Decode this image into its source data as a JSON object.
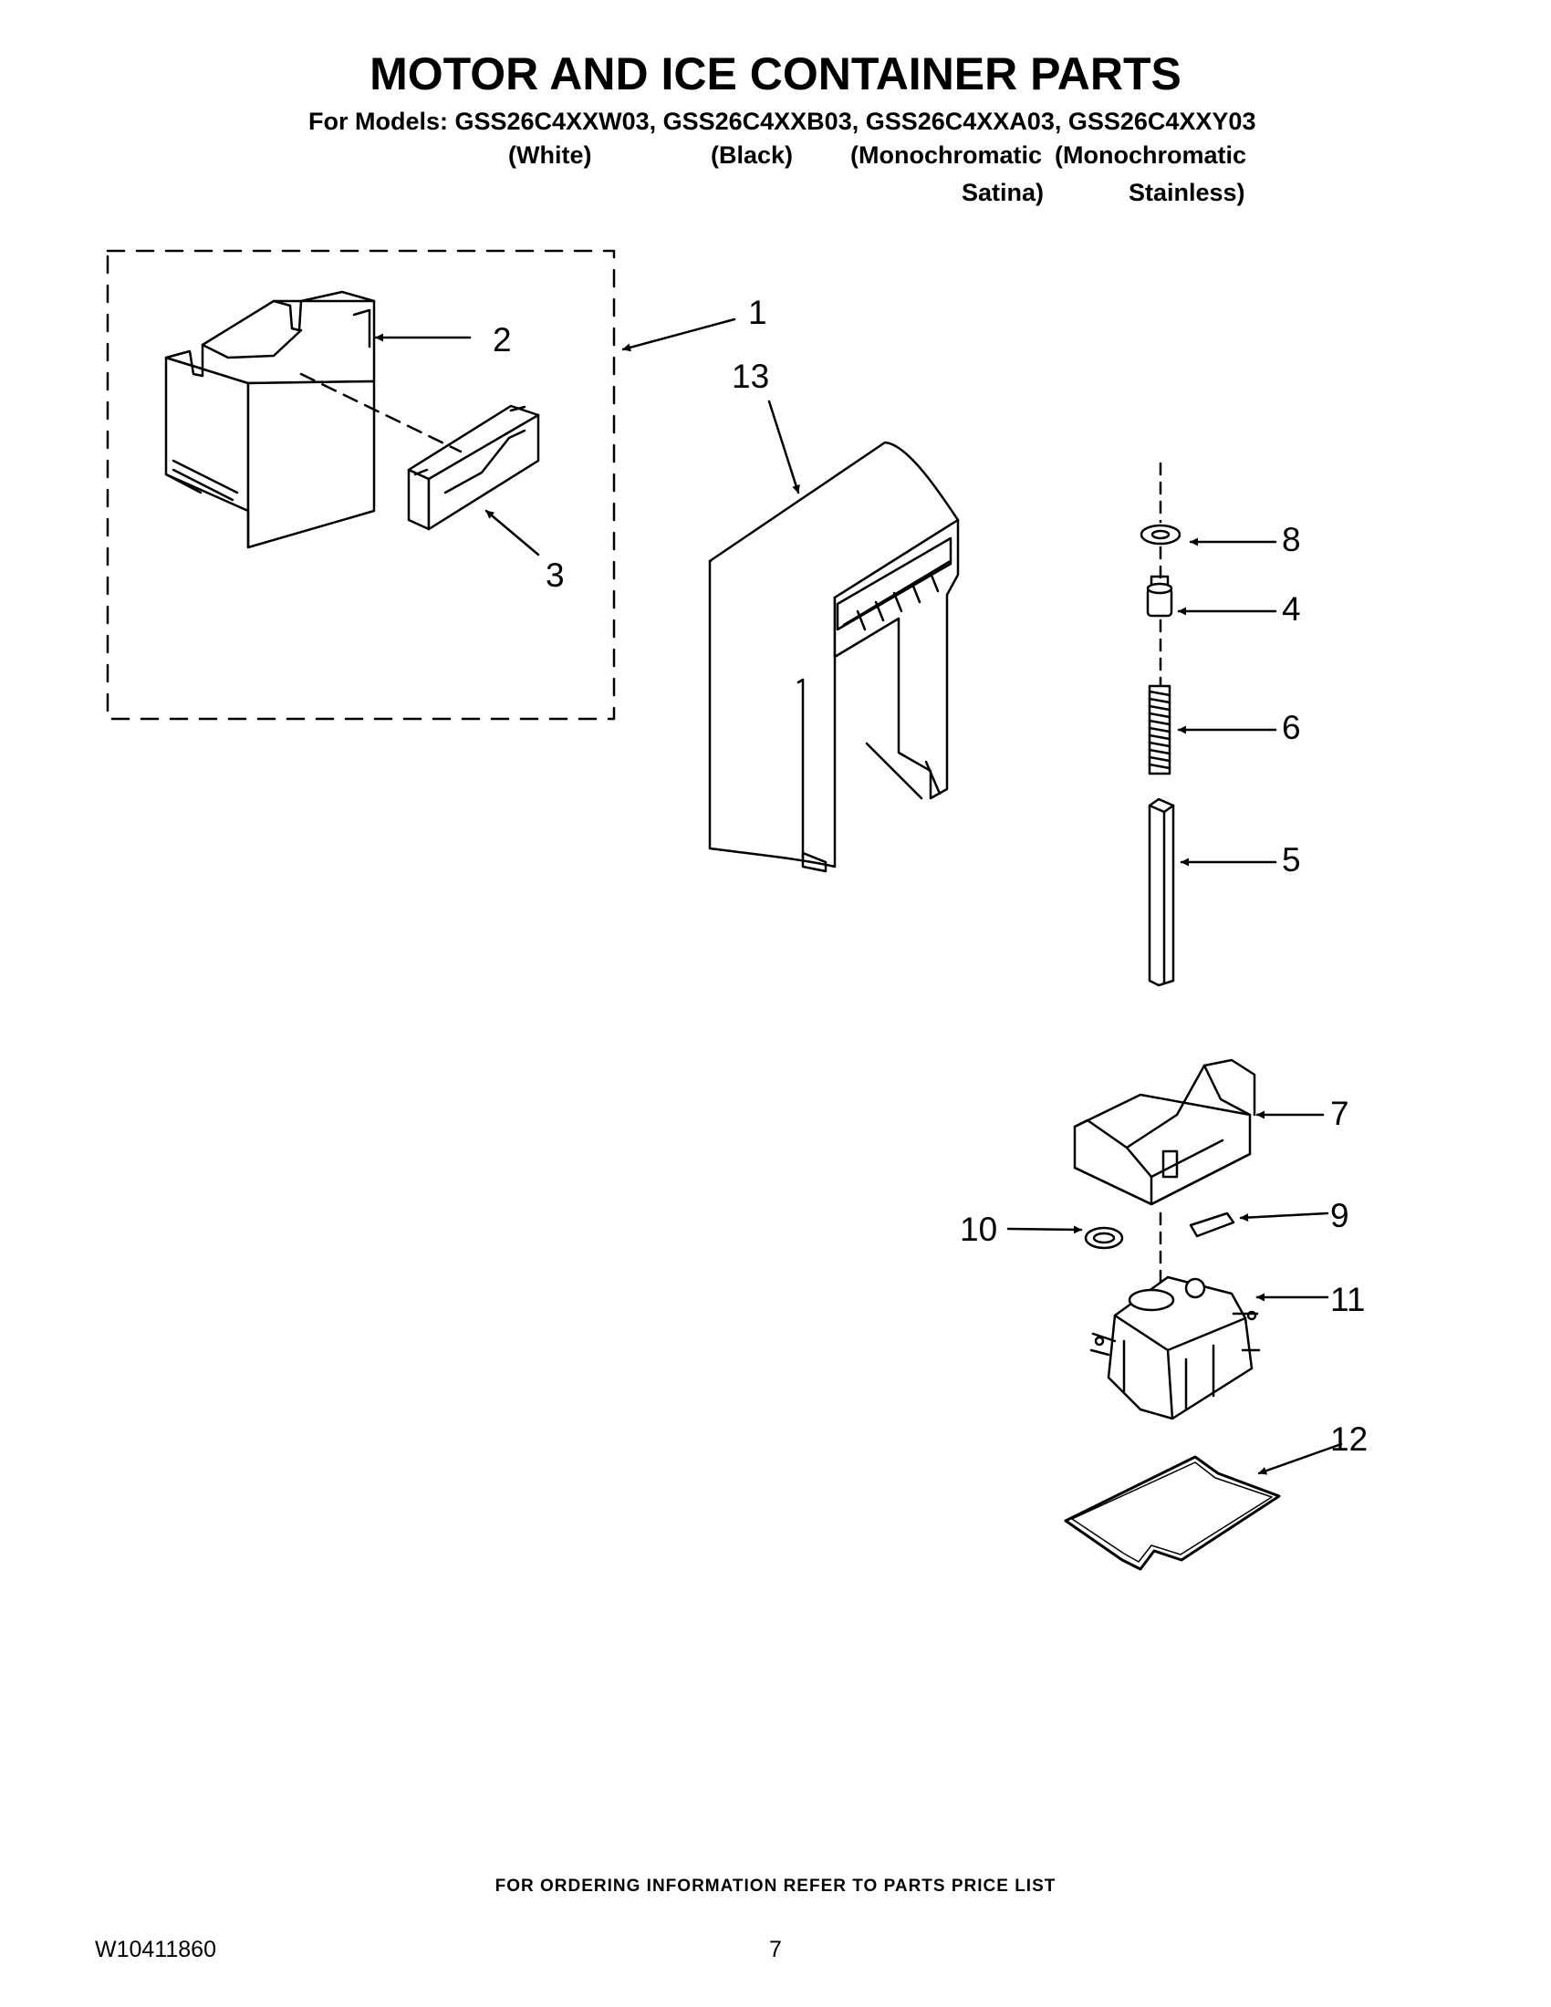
{
  "header": {
    "title": "MOTOR AND ICE CONTAINER PARTS",
    "models_line": "For Models: GSS26C4XXW03, GSS26C4XXB03, GSS26C4XXA03, GSS26C4XXY03",
    "variants": [
      {
        "line1": "(White)",
        "line2": ""
      },
      {
        "line1": "(Black)",
        "line2": ""
      },
      {
        "line1": "(Monochromatic",
        "line2": "Satina)"
      },
      {
        "line1": "(Monochromatic",
        "line2": "Stainless)"
      }
    ]
  },
  "callouts": [
    "1",
    "2",
    "3",
    "4",
    "5",
    "6",
    "7",
    "8",
    "9",
    "10",
    "11",
    "12",
    "13"
  ],
  "footer": {
    "ordering_note": "FOR ORDERING INFORMATION REFER TO PARTS PRICE LIST",
    "doc_number": "W10411860",
    "page_number": "7"
  }
}
